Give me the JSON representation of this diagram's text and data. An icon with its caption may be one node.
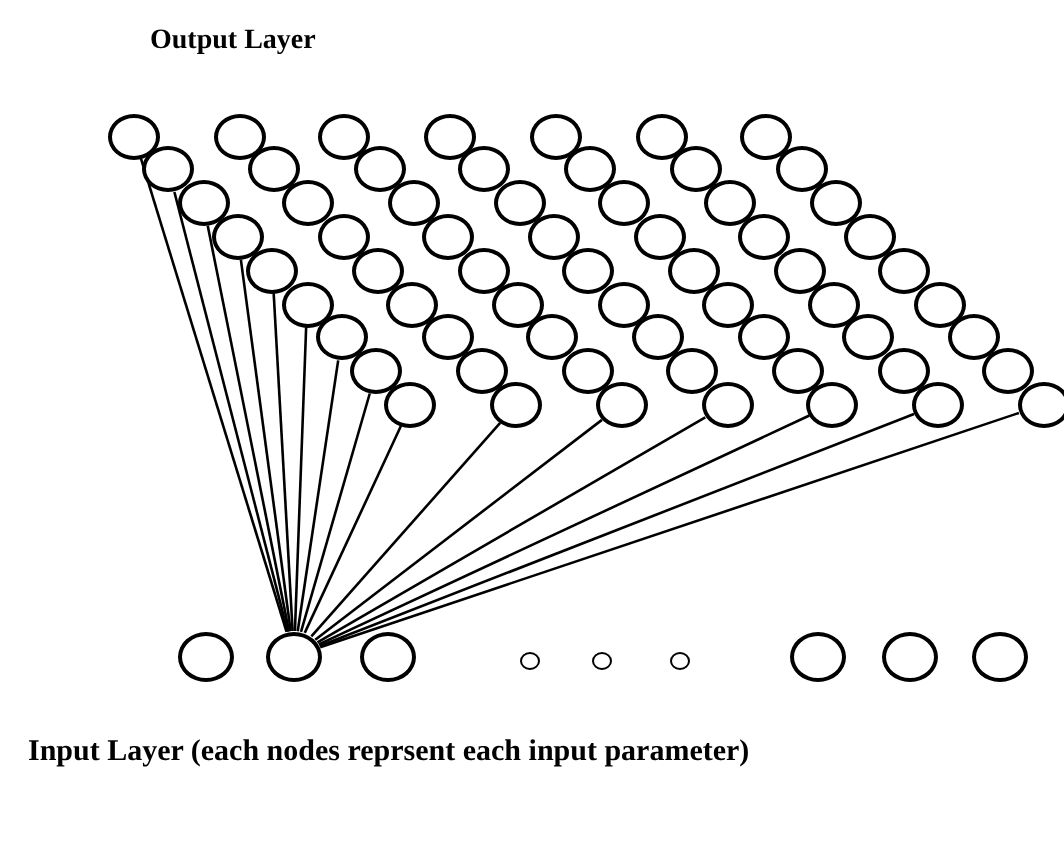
{
  "diagram": {
    "nodes": [
      {
        "text": [],
        "shape": "circle"
      },
      {
        "text": [],
        "shape": "circle"
      },
      {
        "text": [],
        "shape": "circle"
      },
      {
        "text": [],
        "shape": "circle"
      },
      {
        "text": [],
        "shape": "circle"
      },
      {
        "text": [],
        "shape": "circle"
      },
      {
        "text": [],
        "shape": "circle"
      },
      {
        "text": [],
        "shape": "circle"
      },
      {
        "text": [],
        "shape": "circle"
      },
      {
        "text": [],
        "shape": "circle"
      },
      {
        "text": [],
        "shape": "circle"
      },
      {
        "text": [],
        "shape": "circle"
      },
      {
        "text": [],
        "shape": "circle"
      },
      {
        "text": [],
        "shape": "circle"
      },
      {
        "text": [],
        "shape": "circle"
      },
      {
        "text": [],
        "shape": "circle"
      },
      {
        "text": [],
        "shape": "circle"
      },
      {
        "text": [],
        "shape": "circle"
      },
      {
        "text": [],
        "shape": "circle"
      },
      {
        "text": [],
        "shape": "circle"
      },
      {
        "text": [],
        "shape": "circle"
      },
      {
        "text": [],
        "shape": "circle"
      },
      {
        "text": [],
        "shape": "circle"
      },
      {
        "text": [],
        "shape": "circle"
      },
      {
        "text": [],
        "shape": "circle"
      },
      {
        "text": [],
        "shape": "circle"
      },
      {
        "text": [],
        "shape": "circle"
      },
      {
        "text": [],
        "shape": "circle"
      },
      {
        "text": [],
        "shape": "circle"
      },
      {
        "text": [],
        "shape": "circle"
      },
      {
        "text": [],
        "shape": "circle"
      },
      {
        "text": [],
        "shape": "circle"
      },
      {
        "text": [],
        "shape": "circle"
      },
      {
        "text": [],
        "shape": "circle"
      },
      {
        "text": [],
        "shape": "circle"
      },
      {
        "text": [],
        "shape": "circle"
      },
      {
        "text": [],
        "shape": "circle"
      },
      {
        "text": [],
        "shape": "circle"
      },
      {
        "text": [],
        "shape": "circle"
      },
      {
        "text": [],
        "shape": "circle"
      },
      {
        "text": [],
        "shape": "circle"
      },
      {
        "text": [],
        "shape": "circle"
      },
      {
        "text": [],
        "shape": "circle"
      },
      {
        "text": [],
        "shape": "circle"
      },
      {
        "text": [],
        "shape": "circle"
      },
      {
        "text": [],
        "shape": "circle"
      },
      {
        "text": [],
        "shape": "circle"
      },
      {
        "text": [],
        "shape": "circle"
      },
      {
        "text": [],
        "shape": "circle"
      },
      {
        "text": [],
        "shape": "circle"
      },
      {
        "text": [],
        "shape": "circle"
      },
      {
        "text": [],
        "shape": "circle"
      },
      {
        "text": [],
        "shape": "circle"
      },
      {
        "text": [],
        "shape": "circle"
      },
      {
        "text": [],
        "shape": "circle"
      },
      {
        "text": [],
        "shape": "circle"
      },
      {
        "text": [],
        "shape": "circle"
      },
      {
        "text": [],
        "shape": "circle"
      },
      {
        "text": [],
        "shape": "circle"
      },
      {
        "text": [],
        "shape": "circle"
      },
      {
        "text": [],
        "shape": "circle"
      },
      {
        "text": [],
        "shape": "circle"
      },
      {
        "text": [],
        "shape": "circle"
      },
      {
        "text": [],
        "shape": "circle"
      },
      {
        "text": [],
        "shape": "circle"
      },
      {
        "text": [],
        "shape": "circle"
      },
      {
        "text": [],
        "shape": "circle"
      },
      {
        "text": [],
        "shape": "circle"
      },
      {
        "text": [],
        "shape": "circle"
      },
      {
        "text": [],
        "shape": "circle"
      },
      {
        "text": [],
        "shape": "circle"
      },
      {
        "text": [],
        "shape": "circle"
      }
    ],
    "edges": [
      {
        "from": 64,
        "to": 0,
        "arrow": "none"
      },
      {
        "from": 64,
        "to": 1,
        "arrow": "none"
      },
      {
        "from": 64,
        "to": 2,
        "arrow": "none"
      },
      {
        "from": 64,
        "to": 3,
        "arrow": "none"
      },
      {
        "from": 64,
        "to": 4,
        "arrow": "none"
      },
      {
        "from": 64,
        "to": 5,
        "arrow": "none"
      },
      {
        "from": 64,
        "to": 6,
        "arrow": "none"
      },
      {
        "from": 64,
        "to": 7,
        "arrow": "none"
      },
      {
        "from": 64,
        "to": 8,
        "arrow": "none"
      },
      {
        "from": 64,
        "to": 17,
        "arrow": "none"
      },
      {
        "from": 64,
        "to": 26,
        "arrow": "none"
      },
      {
        "from": 64,
        "to": 35,
        "arrow": "none"
      },
      {
        "from": 64,
        "to": 44,
        "arrow": "none"
      },
      {
        "from": 64,
        "to": 53,
        "arrow": "none"
      },
      {
        "from": 64,
        "to": 62,
        "arrow": "none"
      }
    ],
    "labels": [
      "Output Layer",
      "Input Layer (each nodes reprsent each input parameter)"
    ]
  }
}
